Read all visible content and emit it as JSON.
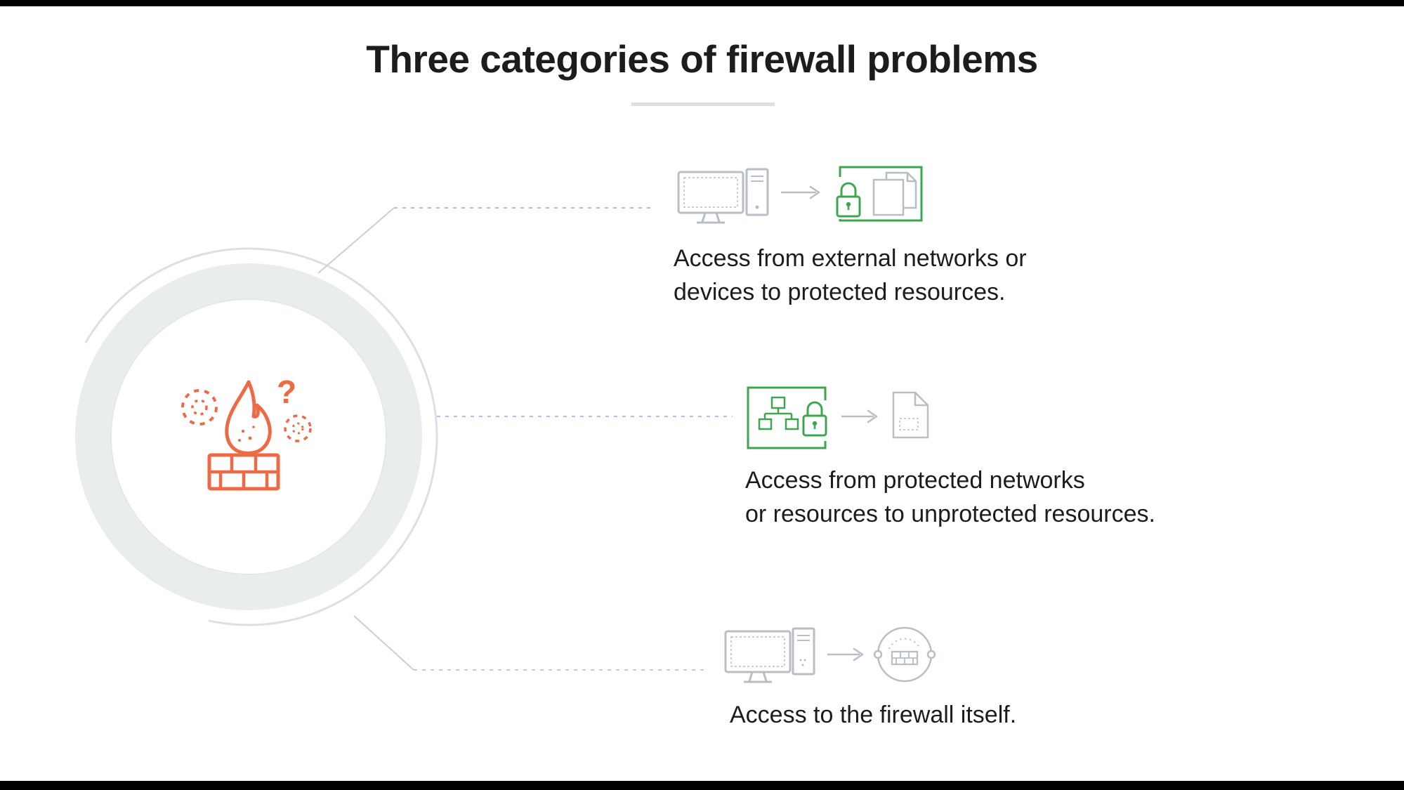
{
  "page": {
    "title": "Three categories of firewall problems"
  },
  "colors": {
    "orange": "#ED6A45",
    "green": "#3CA64F",
    "gray-icon": "#B8BEC5",
    "dash-blue": "#A9C3D8",
    "dash-gray": "#C6CACD",
    "ring": "#E9EDEE",
    "ring-line": "#DDE0E2",
    "text": "#1B1C1E"
  },
  "center_graphic": {
    "icon": "firewall-flame-icon",
    "question_mark": "?"
  },
  "items": [
    {
      "icons": [
        "computer-icon",
        "arrow-right-icon",
        "lock-protected-documents-icon"
      ],
      "caption_line1": "Access from external networks or",
      "caption_line2": "devices to protected resources."
    },
    {
      "icons": [
        "protected-network-lock-icon",
        "arrow-right-icon",
        "document-icon"
      ],
      "caption_line1": "Access from protected networks",
      "caption_line2": "or resources to unprotected resources."
    },
    {
      "icons": [
        "computer-icon",
        "arrow-right-icon",
        "firewall-node-icon"
      ],
      "caption_line1": "Access to the firewall itself.",
      "caption_line2": ""
    }
  ]
}
